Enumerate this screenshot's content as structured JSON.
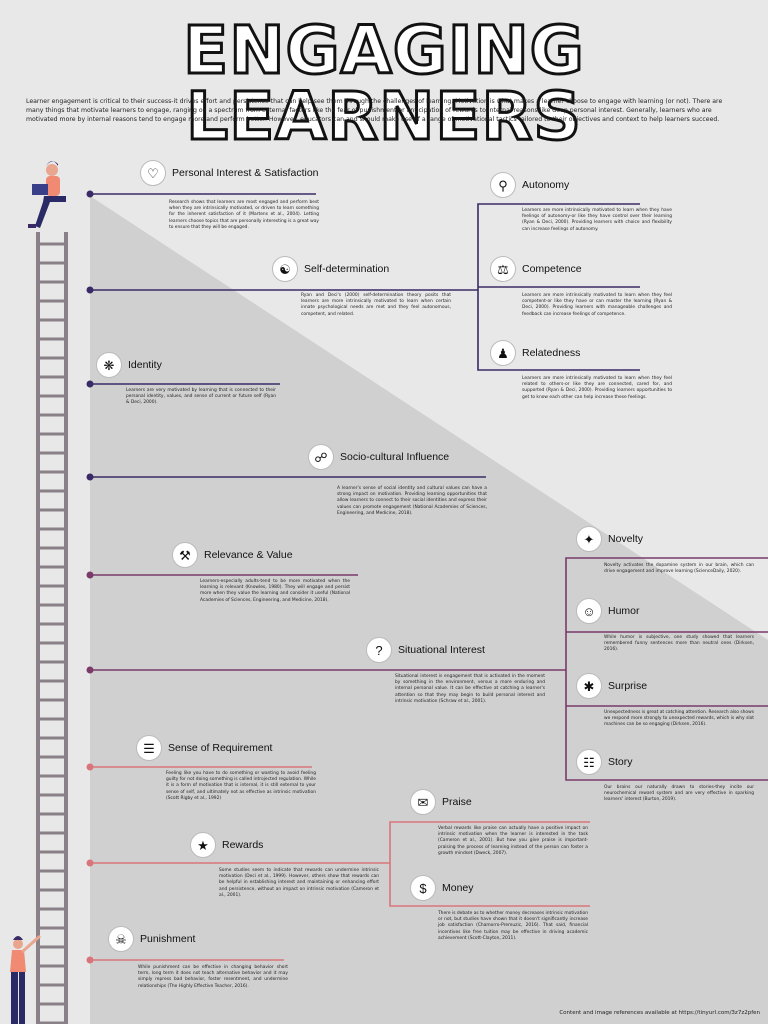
{
  "title": "ENGAGING LEARNERS",
  "intro": "Learner engagement is critical to their success-it drives effort and persistence that can help see them through the challenges of learning. Motivation is what makes a learner choose to engage with learning (or not). There are many things that motivate learners to engage, ranging on a spectrum from external factors like the fear of punishment or anticipation of rewards to internal reasons like deep personal interest. Generally, learners who are motivated more by internal reasons tend to engage more and perform better. However, educators can and should make use of a range of motivational tactics tailored to their objectives and context to help learners succeed.",
  "colors": {
    "purple": "#3a2a66",
    "plum": "#7a3a6a",
    "salmon": "#d9757a",
    "gray_panel": "#d0d0d0",
    "ladder": "#8a8088"
  },
  "sections": {
    "personal": {
      "heading": "Personal Interest & Satisfaction",
      "icon": "heart-icon",
      "text": "Research shows that learners are most engaged and perform best when they are intrinsically motivated, or driven to learn something for the inherent satisfaction of it (Martens et al., 2004). Letting learners choose topics that are personally interesting is a great way to ensure that they will be engaged."
    },
    "autonomy": {
      "heading": "Autonomy",
      "icon": "lightbulb-icon",
      "text": "Learners are more intrinsically motivated to learn when they have feelings of autonomy-or like they have control over their learning (Ryan & Deci, 2000). Providing learners with choice and flexibility can increase feelings of autonomy."
    },
    "selfdet": {
      "heading": "Self-determination",
      "icon": "meditation-icon",
      "text": "Ryan and Deci's (2000) self-determination theory posits that learners are more intrinsically motivated to learn when certain innate psychological needs are met and they feel autonomous, competent, and related."
    },
    "competence": {
      "heading": "Competence",
      "icon": "trophy-icon",
      "text": "Learners are more intrinsically motivated to learn when they feel competent-or like they have or can master the learning (Ryan & Deci, 2000). Providing learners with manageable challenges and feedback can increase feelings of competence."
    },
    "relatedness": {
      "heading": "Relatedness",
      "icon": "people-icon",
      "text": "Learners are more intrinsically motivated to learn when they feel related to others-or like they are connected, cared for, and supported (Ryan & Deci, 2000). Providing learners opportunities to get to know each other can help increase these feelings."
    },
    "identity": {
      "heading": "Identity",
      "icon": "fingerprint-icon",
      "text": "Learners are very motivated by learning that is connected to their personal identity, values, and sense of current or future self (Ryan & Deci, 2000)."
    },
    "socio": {
      "heading": "Socio-cultural Influence",
      "icon": "network-icon",
      "text": "A learner's sense of social identity and cultural values can have a strong impact on motivation. Providing learning opportunities that allow learners to connect to their social identities and express their values can promote engagement (National Academies of Sciences, Engineering, and Medicine, 2018)."
    },
    "novelty": {
      "heading": "Novelty",
      "icon": "sparkle-icon",
      "text": "Novelty activates the dopamine system in our brain, which can drive engagement and improve learning (ScienceDaily, 2020)."
    },
    "relevance": {
      "heading": "Relevance & Value",
      "icon": "tools-icon",
      "text": "Learners-especially adults-tend to be more motivated when the learning is relevant (Knowles, 1980). They will engage and persist more when they value the learning and consider it useful (National Academies of Sciences, Engineering, and Medicine, 2018)."
    },
    "humor": {
      "heading": "Humor",
      "icon": "laugh-icon",
      "text": "While humor is subjective, one study showed that learners remembered funny sentences more than neutral ones (Dirksen, 2016)."
    },
    "situational": {
      "heading": "Situational Interest",
      "icon": "lightbulb-question-icon",
      "text": "Situational interest is engagement that is activated in the moment by something in the environment, versus a more enduring and internal personal value. It can be effective at catching a learner's attention so that they may begin to build personal interest and intrinsic motivation (Schraw et al., 2001)."
    },
    "surprise": {
      "heading": "Surprise",
      "icon": "surprise-icon",
      "text": "Unexpectedness is great at catching attention. Research also shows we respond more strongly to unexpected rewards, which is why slot machines can be so engaging (Dirksen, 2016)."
    },
    "story": {
      "heading": "Story",
      "icon": "book-icon",
      "text": "Our brains our naturally drawn to stories-they incite our neurochemical reward system and are very effective in sparking learners' interest (Burton, 2019)."
    },
    "requirement": {
      "heading": "Sense of Requirement",
      "icon": "clipboard-icon",
      "text": "Feeling like you have to do something or wanting to avoid feeling guilty for not doing something is called introjected regulation. While it is a form of motivation that is internal, it is still external to your sense of self, and ultimately not as effective as intrinsic motivation (Scott Rigby et al., 1992)"
    },
    "praise": {
      "heading": "Praise",
      "icon": "megaphone-icon",
      "text": "Verbal rewards like praise can actually have a positive impact on intrinsic motivation when the learner is interested in the task (Cameron et al., 2001). But how you give praise is important-praising the process of learning instead of the person can foster a growth mindset (Dweck, 2007)."
    },
    "rewards": {
      "heading": "Rewards",
      "icon": "trophy-cup-icon",
      "text": "Some studies seem to indicate that rewards can undermine intrinsic motivation (Deci et al., 1999). However, others show that rewards can be helpful in establishing interest and maintaining or enhancing effort and persistence, without an impact on intrinsic motivation (Cameron et al., 2001)."
    },
    "money": {
      "heading": "Money",
      "icon": "money-bag-icon",
      "text": "There is debate as to whether money decreases intrinsic motivation or not, but studies have shown that it doesn't significantly increase job satisfaction (Chamorro-Premuzic, 2016). That said, financial incentives like free tuition may be effective in driving academic achievement (Scott-Clayton, 2011)."
    },
    "punishment": {
      "heading": "Punishment",
      "icon": "skull-icon",
      "text": "While punishment can be effective in changing behavior short term, long term it does not teach alternative behavior and it may simply repress bad behavior, foster resentment, and undermine relationships (The Highly Effective Teacher, 2016)."
    }
  },
  "footer": "Content and image references available at https://tinyurl.com/3z7z2pfen"
}
